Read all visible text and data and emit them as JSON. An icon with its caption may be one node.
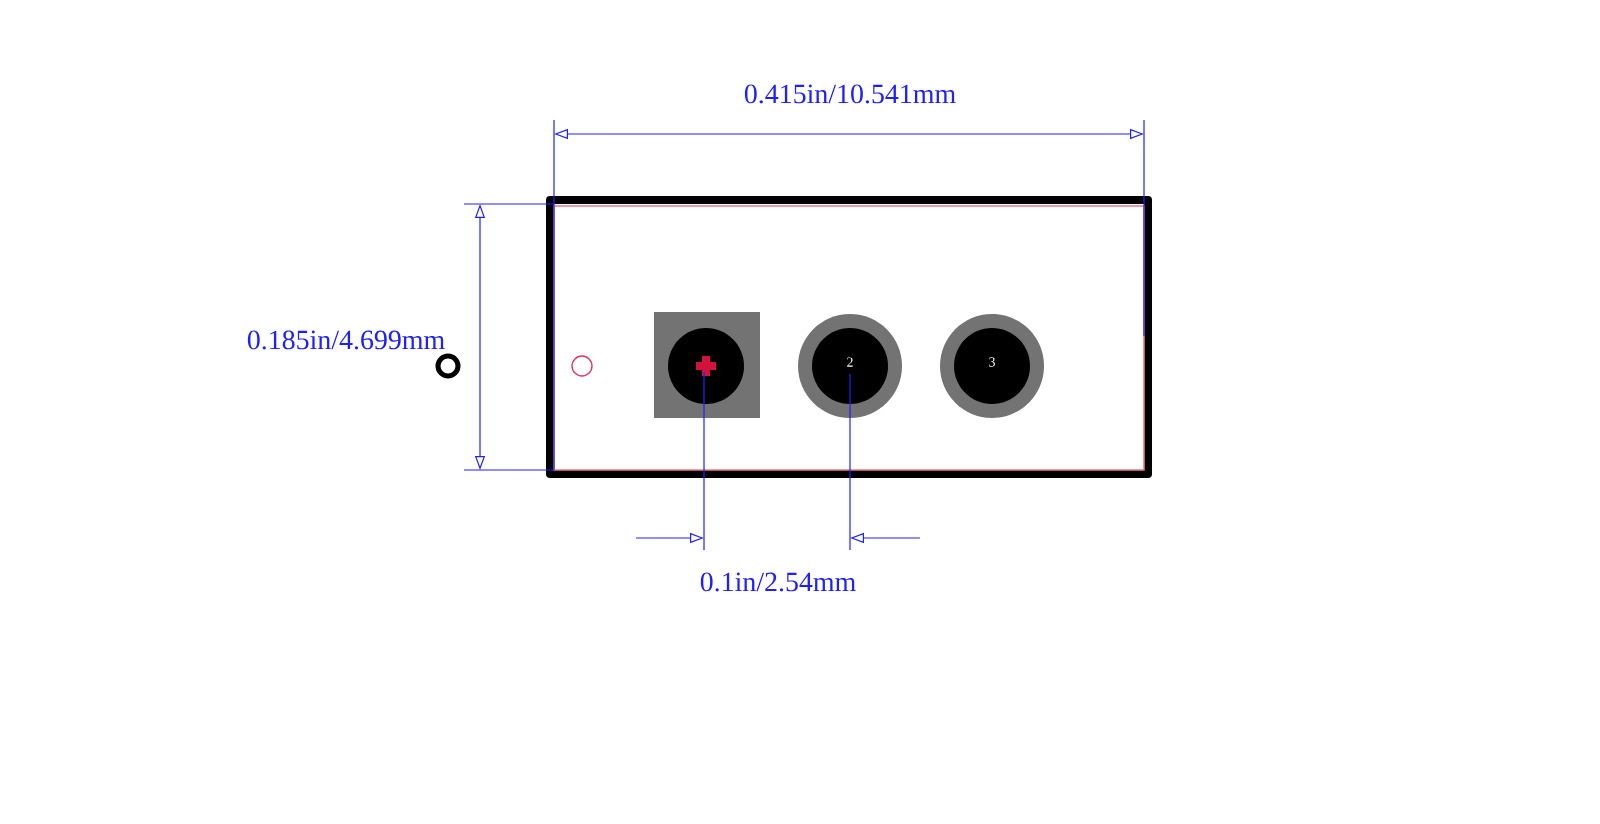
{
  "diagram": {
    "labels": [
      "0.415in/10.541mm",
      "0.185in/4.699mm",
      "2",
      "3",
      "0.1in/2.54mm"
    ]
  }
}
